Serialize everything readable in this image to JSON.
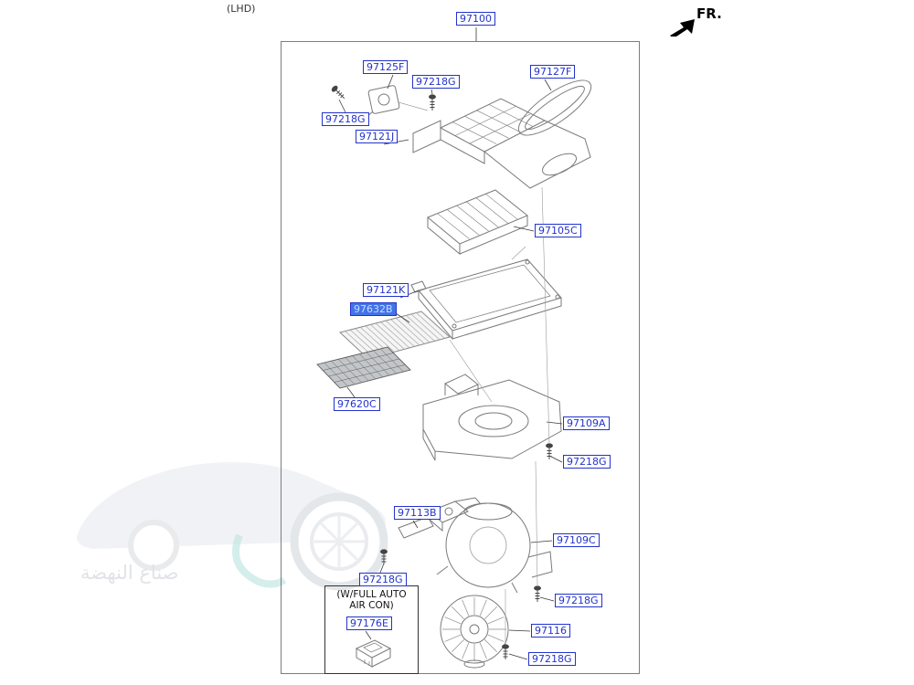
{
  "page": {
    "lhd_note": "(LHD)",
    "fr_label": "FR.",
    "watermark_text": "صناع النهضة"
  },
  "inset_box": {
    "line1": "(W/FULL AUTO",
    "line2": "AIR CON)"
  },
  "colors": {
    "label_blue": "#2333cc",
    "label_selected_bg": "#4273e8",
    "label_selected_fg": "#c9dbff",
    "diagram_line": "#7a7a7a"
  },
  "labels": [
    {
      "text": "97100",
      "selected": false
    },
    {
      "text": "97125F",
      "selected": false
    },
    {
      "text": "97218G",
      "selected": false
    },
    {
      "text": "97127F",
      "selected": false
    },
    {
      "text": "97218G",
      "selected": false
    },
    {
      "text": "97121J",
      "selected": false
    },
    {
      "text": "97105C",
      "selected": false
    },
    {
      "text": "97121K",
      "selected": false
    },
    {
      "text": "97632B",
      "selected": true
    },
    {
      "text": "97620C",
      "selected": false
    },
    {
      "text": "97109A",
      "selected": false
    },
    {
      "text": "97218G",
      "selected": false
    },
    {
      "text": "97113B",
      "selected": false
    },
    {
      "text": "97109C",
      "selected": false
    },
    {
      "text": "97218G",
      "selected": false
    },
    {
      "text": "97218G",
      "selected": false
    },
    {
      "text": "97116",
      "selected": false
    },
    {
      "text": "97218G",
      "selected": false
    },
    {
      "text": "97176E",
      "selected": false
    }
  ]
}
